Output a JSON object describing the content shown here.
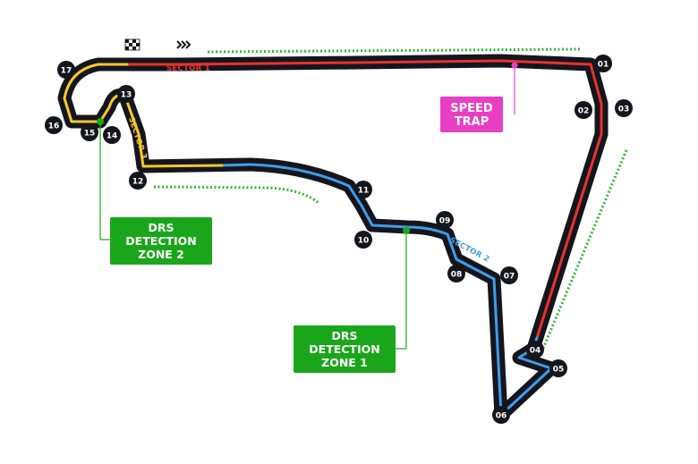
{
  "colors": {
    "track": "#15151e",
    "sector1": "#e8322b",
    "sector2": "#3f9ee6",
    "sector3": "#f5c928",
    "drs": "#1aa61a",
    "drs_dots": "#33b833",
    "speed_trap": "#e83ec4",
    "turn_badge": "#15151e",
    "turn_text": "#ffffff"
  },
  "icons": {
    "start": "chequered-flag-icon",
    "direction": "direction-chevrons-icon"
  },
  "sectors": {
    "s1": "SECTOR 1",
    "s2": "SECTOR 2",
    "s3": "SECTOR 3"
  },
  "turns": {
    "t01": "01",
    "t02": "02",
    "t03": "03",
    "t04": "04",
    "t05": "05",
    "t06": "06",
    "t07": "07",
    "t08": "08",
    "t09": "09",
    "t10": "10",
    "t11": "11",
    "t12": "12",
    "t13": "13",
    "t14": "14",
    "t15": "15",
    "t16": "16",
    "t17": "17"
  },
  "speed_trap": {
    "line1": "SPEED",
    "line2": "TRAP"
  },
  "drs_zone_1": {
    "line1": "DRS",
    "line2": "DETECTION",
    "line3": "ZONE 1"
  },
  "drs_zone_2": {
    "line1": "DRS",
    "line2": "DETECTION",
    "line3": "ZONE 2"
  }
}
